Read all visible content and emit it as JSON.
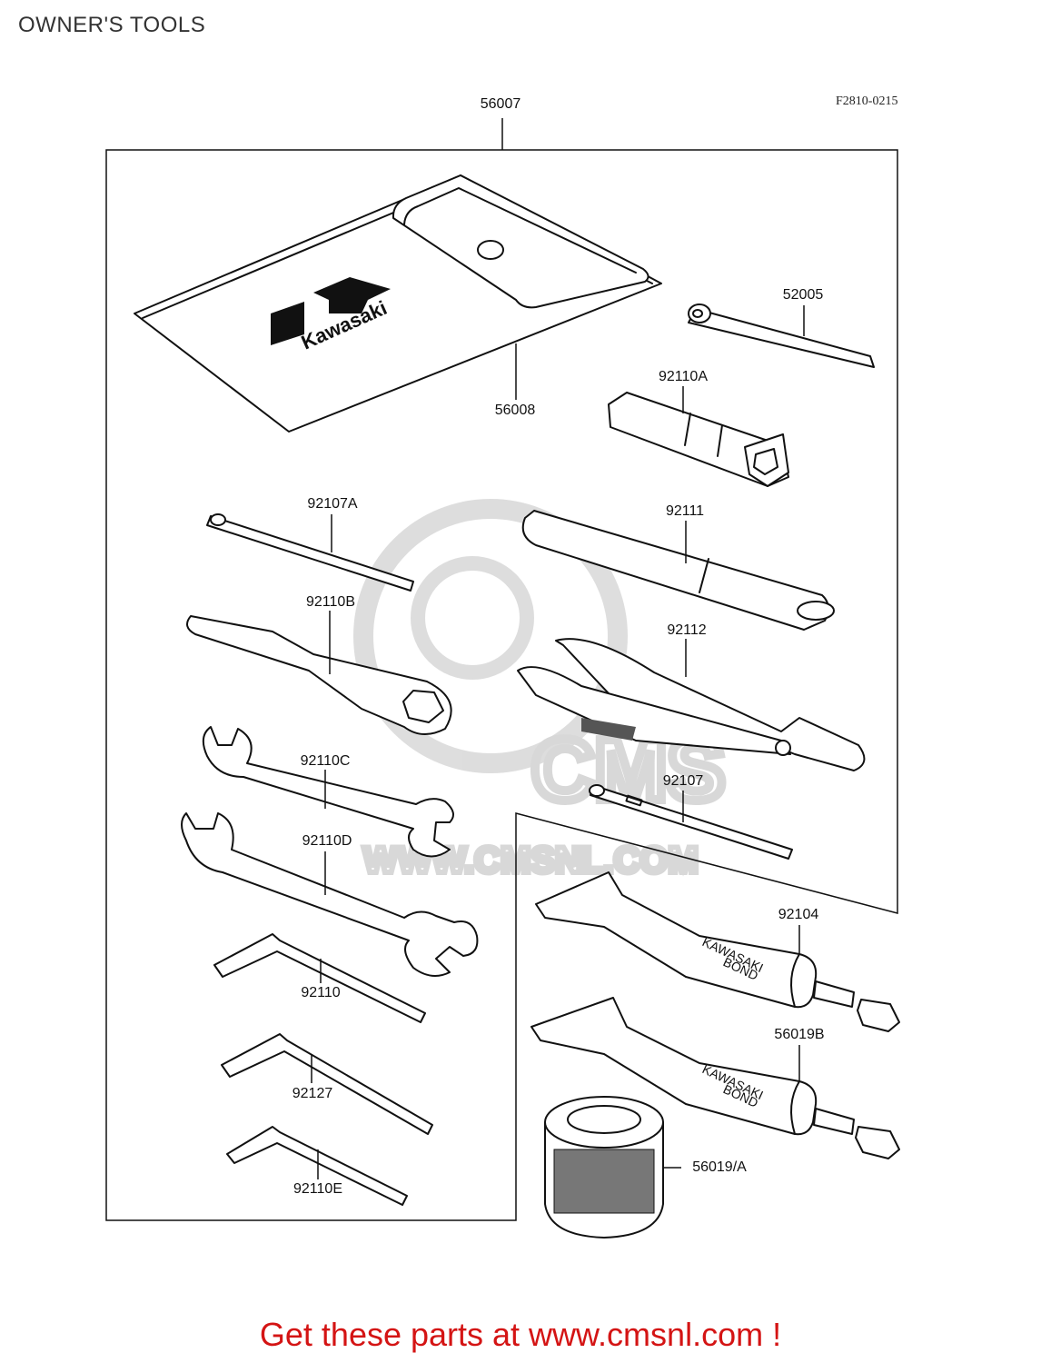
{
  "header": {
    "title": "OWNER'S TOOLS",
    "drawing_code": "F2810-0215"
  },
  "kit_logo": {
    "brand": "Kawasaki"
  },
  "tube_print": {
    "line1": "KAWASAKI",
    "line2": "BOND"
  },
  "part_labels": [
    "56007",
    "56008",
    "52005",
    "92110A",
    "92107A",
    "92111",
    "92110B",
    "92112",
    "92110C",
    "92107",
    "92110D",
    "92104",
    "92110",
    "56019B",
    "92127",
    "56019/A",
    "92110E"
  ],
  "watermark": {
    "text": "CMS",
    "url": "WWW.CMSNL.COM",
    "color": "#d8d8d8"
  },
  "cta": {
    "text": "Get these parts at www.cmsnl.com !",
    "color": "#d41414"
  }
}
